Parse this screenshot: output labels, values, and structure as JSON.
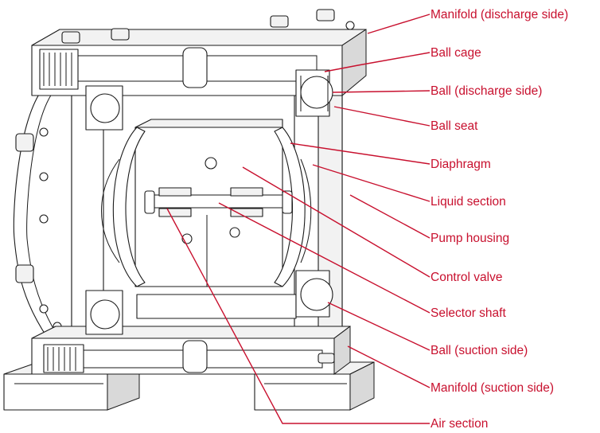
{
  "labels": [
    {
      "id": "manifold-discharge",
      "text": "Manifold (discharge side)"
    },
    {
      "id": "ball-cage",
      "text": "Ball cage"
    },
    {
      "id": "ball-discharge",
      "text": "Ball (discharge side)"
    },
    {
      "id": "ball-seat",
      "text": "Ball seat"
    },
    {
      "id": "diaphragm",
      "text": "Diaphragm"
    },
    {
      "id": "liquid-section",
      "text": "Liquid section"
    },
    {
      "id": "pump-housing",
      "text": "Pump housing"
    },
    {
      "id": "control-valve",
      "text": "Control valve"
    },
    {
      "id": "selector-shaft",
      "text": "Selector shaft"
    },
    {
      "id": "ball-suction",
      "text": "Ball (suction side)"
    },
    {
      "id": "manifold-suction",
      "text": "Manifold (suction side)"
    },
    {
      "id": "air-section",
      "text": "Air section"
    }
  ],
  "colors": {
    "label": "#c8102e",
    "drawing": "#1a1a1a"
  }
}
